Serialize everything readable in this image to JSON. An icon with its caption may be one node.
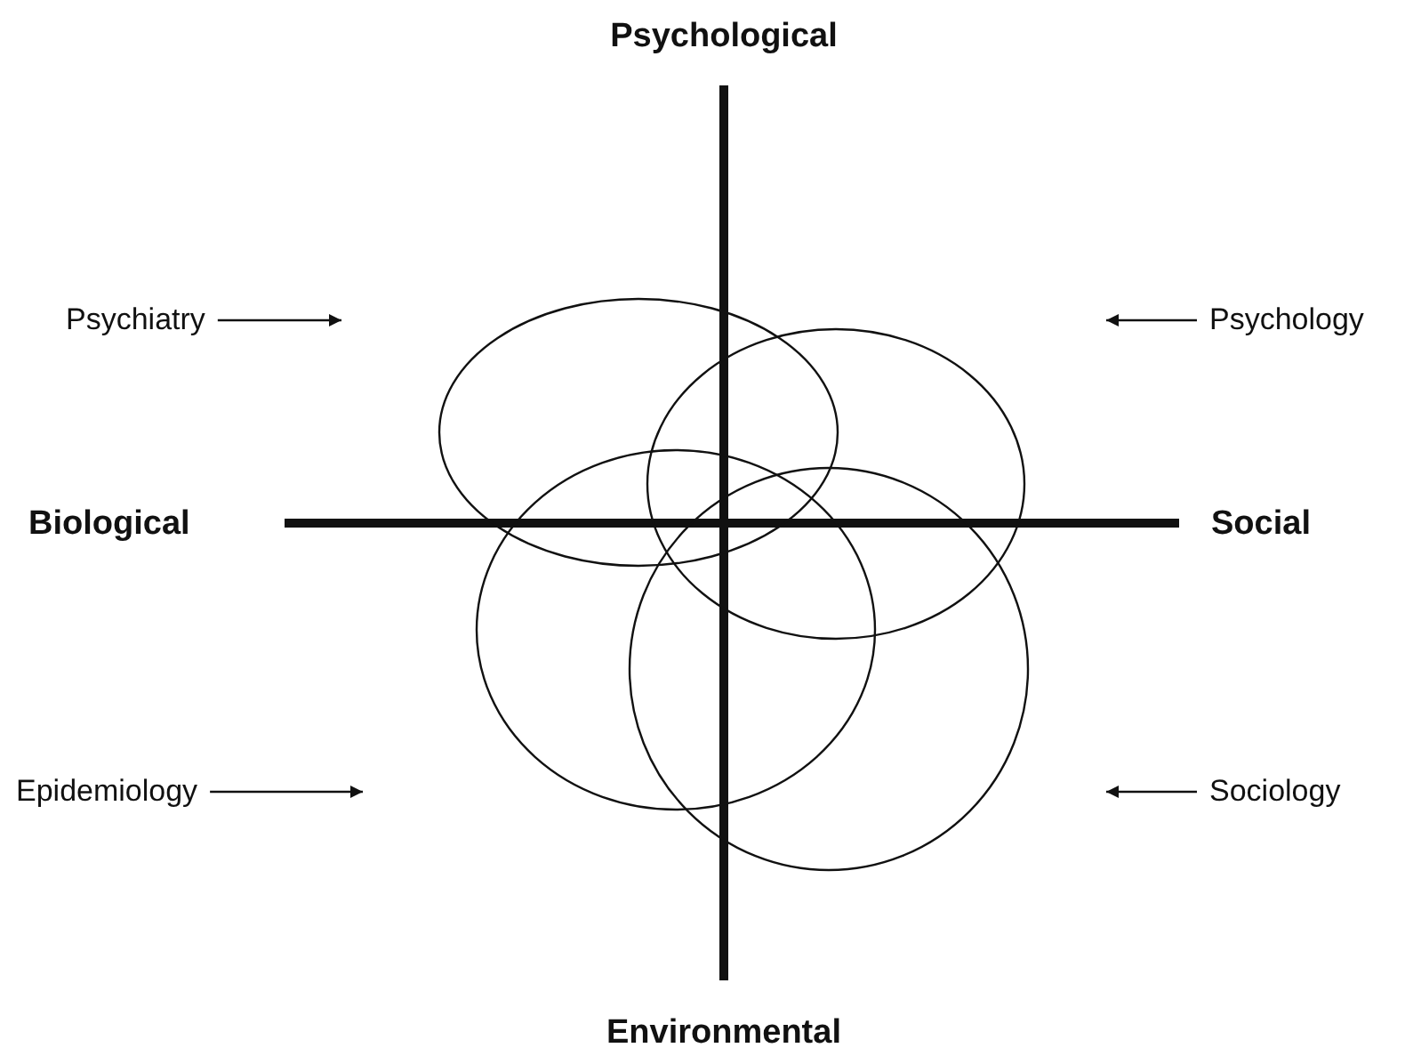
{
  "diagram": {
    "nodes": [
      {
        "text": [
          "Psychiatry"
        ]
      },
      {
        "text": [
          "Psychology"
        ]
      },
      {
        "text": [
          "Epidemiology"
        ]
      },
      {
        "text": [
          "Sociology"
        ]
      },
      {
        "text": [],
        "shape": "circle"
      },
      {
        "text": [],
        "shape": "circle"
      },
      {
        "text": [],
        "shape": "circle"
      },
      {
        "text": [],
        "shape": "circle"
      }
    ],
    "edges": [
      {
        "from": 0,
        "to": null,
        "arrow": "to"
      },
      {
        "from": 1,
        "to": null,
        "arrow": "to"
      },
      {
        "from": 2,
        "to": null,
        "arrow": "to"
      },
      {
        "from": 3,
        "to": null,
        "arrow": "to"
      }
    ],
    "labels": [
      "Psychological",
      "Biological",
      "Social",
      "Environmental"
    ]
  }
}
